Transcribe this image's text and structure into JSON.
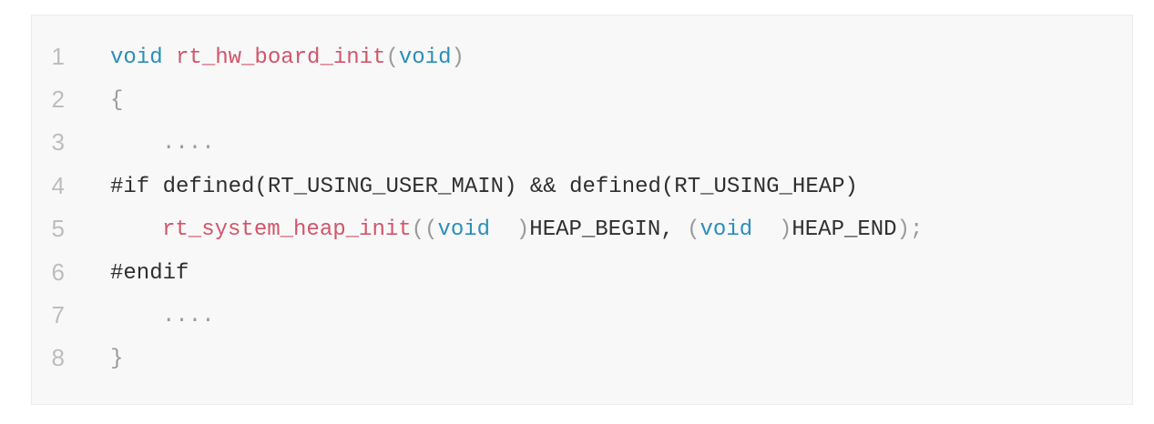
{
  "colors": {
    "background": "#f8f8f8",
    "border": "#ececec",
    "line_number": "#bdbdbd",
    "keyword": "#2a8fb8",
    "function": "#d2556a",
    "punctuation": "#9a9a9a",
    "text": "#2f2f2f"
  },
  "code_lines": [
    {
      "number": "1",
      "tokens": [
        {
          "type": "kw",
          "text": "void"
        },
        {
          "type": "plain",
          "text": " "
        },
        {
          "type": "fn",
          "text": "rt_hw_board_init"
        },
        {
          "type": "pn",
          "text": "("
        },
        {
          "type": "kw",
          "text": "void"
        },
        {
          "type": "pn",
          "text": ")"
        }
      ]
    },
    {
      "number": "2",
      "tokens": [
        {
          "type": "pn",
          "text": "{"
        }
      ]
    },
    {
      "number": "3",
      "indent": true,
      "tokens": [
        {
          "type": "pn",
          "text": "...."
        }
      ]
    },
    {
      "number": "4",
      "tokens": [
        {
          "type": "plain",
          "text": "#if defined(RT_USING_USER_MAIN) && defined(RT_USING_HEAP)"
        }
      ]
    },
    {
      "number": "5",
      "indent": true,
      "tokens": [
        {
          "type": "fn",
          "text": "rt_system_heap_init"
        },
        {
          "type": "pn",
          "text": "(("
        },
        {
          "type": "kw",
          "text": "void"
        },
        {
          "type": "plain",
          "text": "  "
        },
        {
          "type": "pn",
          "text": ")"
        },
        {
          "type": "plain",
          "text": "HEAP_BEGIN, "
        },
        {
          "type": "pn",
          "text": "("
        },
        {
          "type": "kw",
          "text": "void"
        },
        {
          "type": "plain",
          "text": "  "
        },
        {
          "type": "pn",
          "text": ")"
        },
        {
          "type": "plain",
          "text": "HEAP_END"
        },
        {
          "type": "pn",
          "text": ");"
        }
      ]
    },
    {
      "number": "6",
      "tokens": [
        {
          "type": "plain",
          "text": "#endif"
        }
      ]
    },
    {
      "number": "7",
      "indent": true,
      "tokens": [
        {
          "type": "pn",
          "text": "...."
        }
      ]
    },
    {
      "number": "8",
      "tokens": [
        {
          "type": "pn",
          "text": "}"
        }
      ]
    }
  ]
}
